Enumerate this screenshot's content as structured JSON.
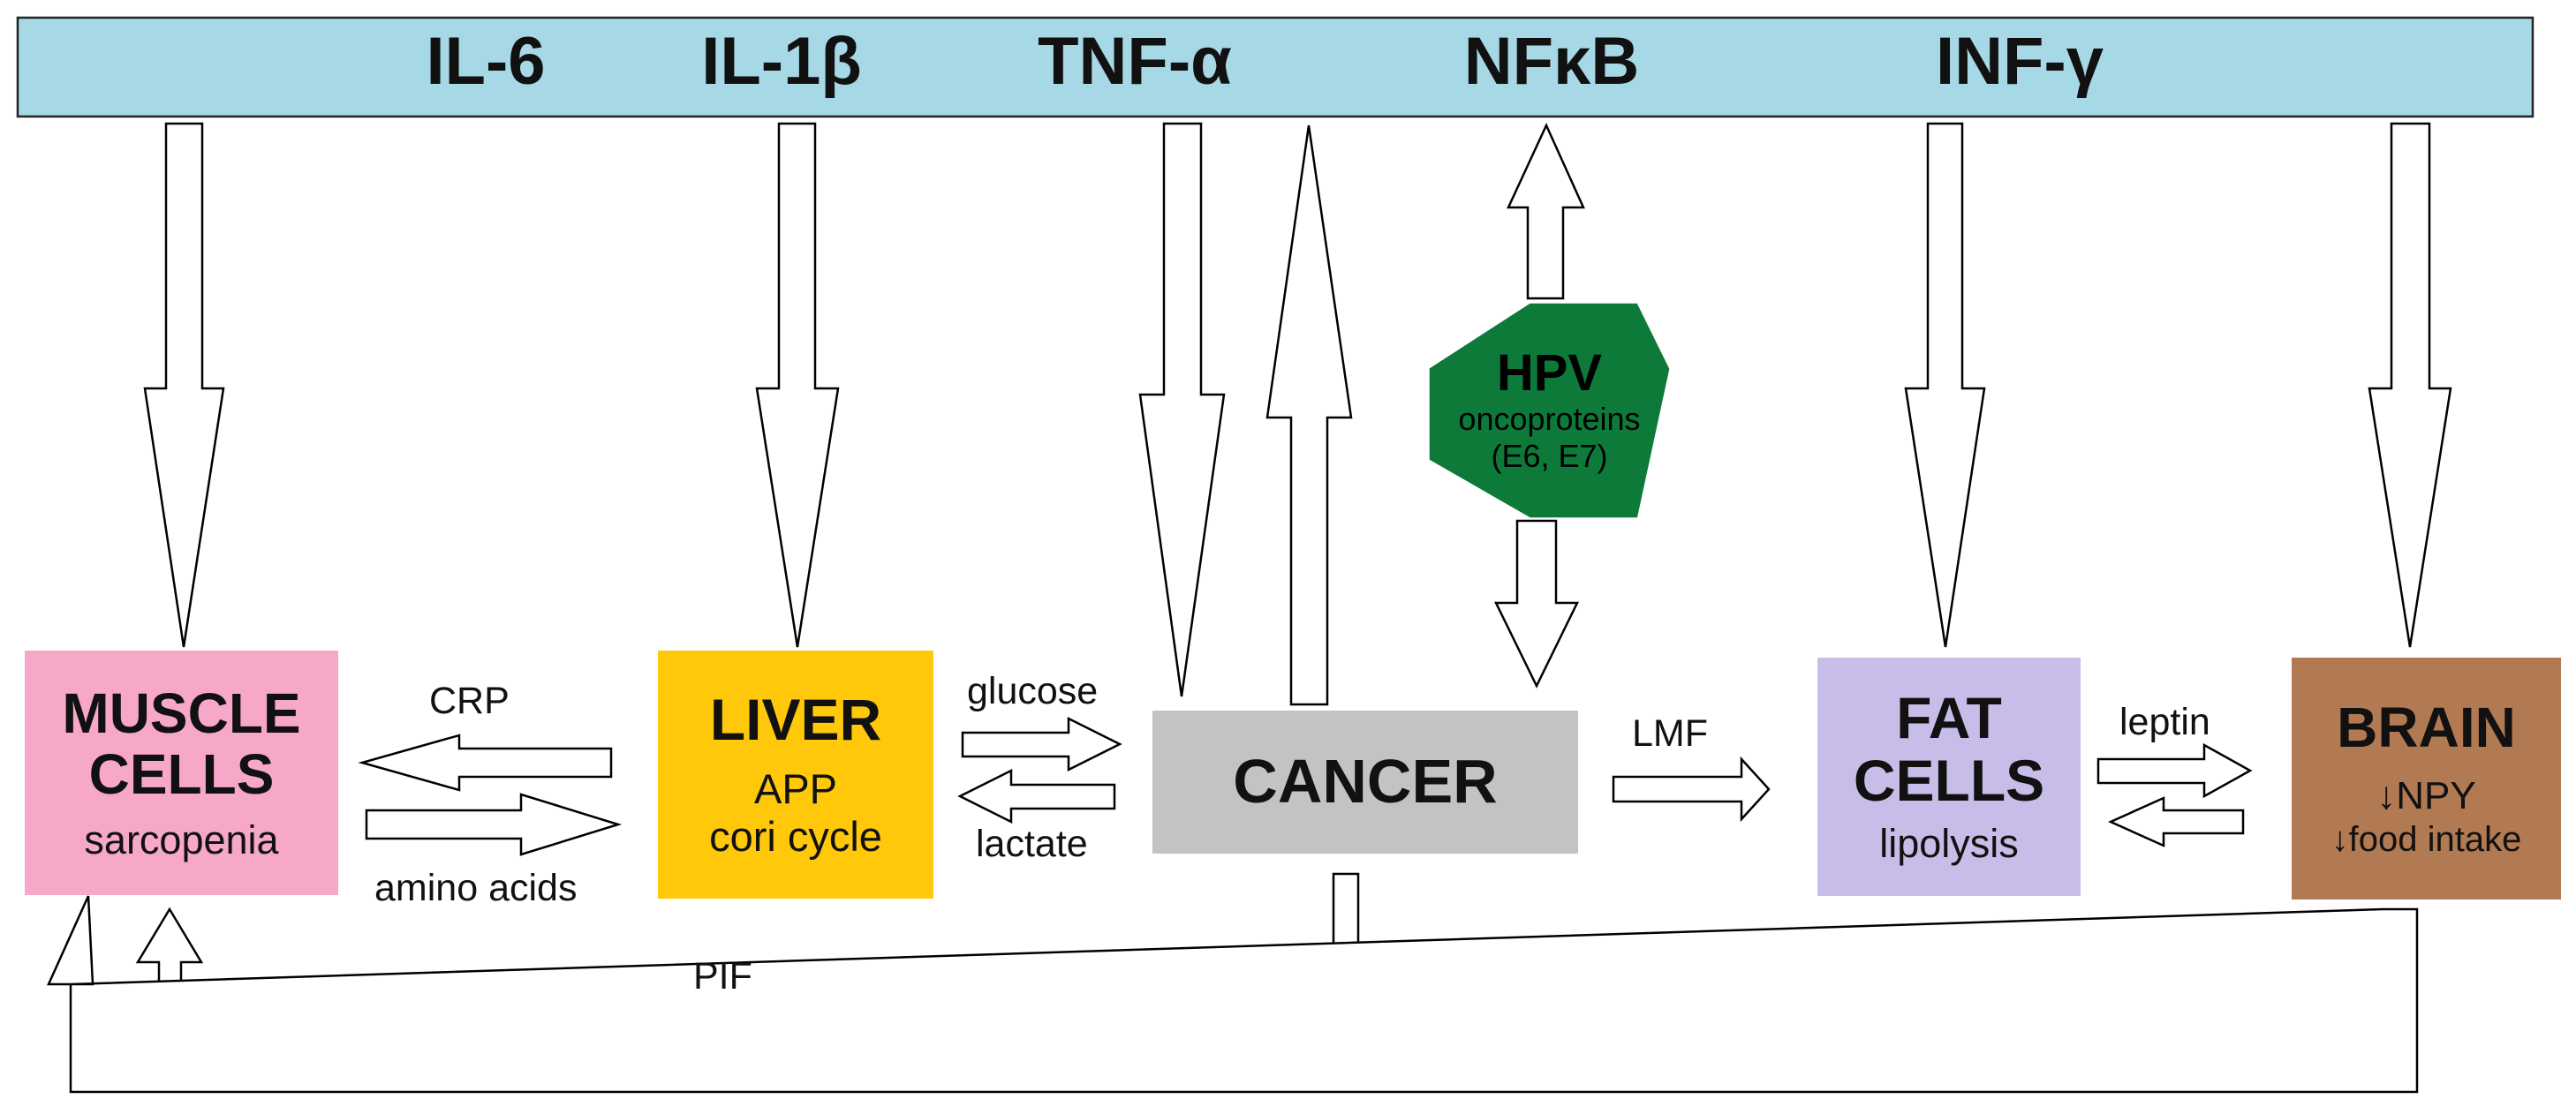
{
  "banner": {
    "color": "#a6d8e6",
    "cytokines": [
      "IL-6",
      "IL-1β",
      "TNF-α",
      "NFκB",
      "INF-γ"
    ]
  },
  "nodes": {
    "muscle": {
      "title_line1": "MUSCLE",
      "title_line2": "CELLS",
      "subtitle": "sarcopenia",
      "color": "#f7a8c8"
    },
    "liver": {
      "title": "LIVER",
      "line1": "APP",
      "line2": "cori cycle",
      "color": "#ffc80a"
    },
    "cancer": {
      "title": "CANCER",
      "color": "#c3c3c3"
    },
    "fat": {
      "title_line1": "FAT",
      "title_line2": "CELLS",
      "subtitle": "lipolysis",
      "color": "#c8bde8"
    },
    "brain": {
      "title": "BRAIN",
      "line1": "↓NPY",
      "line2": "↓food intake",
      "color": "#b27a52"
    },
    "hpv": {
      "title": "HPV",
      "line1": "oncoproteins",
      "line2": "(E6, E7)",
      "color": "#0d7a3a"
    }
  },
  "edge_labels": {
    "crp": "CRP",
    "amino_acids": "amino acids",
    "glucose": "glucose",
    "lactate": "lactate",
    "lmf": "LMF",
    "leptin": "leptin",
    "pif": "PIF"
  }
}
